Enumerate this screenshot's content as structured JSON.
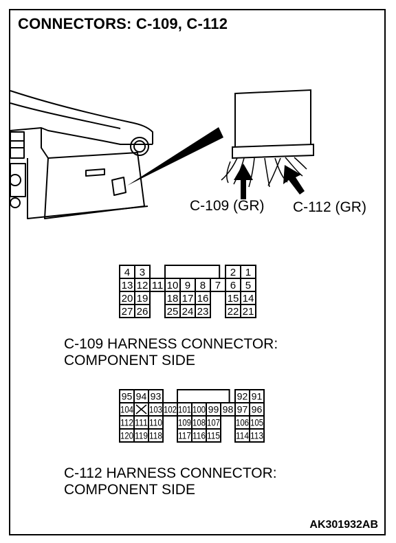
{
  "title": "CONNECTORS: C-109, C-112",
  "labels": {
    "c109_callout": "C-109 (GR)",
    "c112_callout": "C-112 (GR)"
  },
  "c109": {
    "caption_line1": "C-109 HARNESS CONNECTOR:",
    "caption_line2": "COMPONENT SIDE",
    "left_top": [
      "4",
      "3"
    ],
    "left_rows": [
      [
        "13",
        "12",
        "11"
      ],
      [
        "20",
        "19"
      ],
      [
        "27",
        "26"
      ]
    ],
    "mid_rows": [
      [
        "10",
        "9",
        "8",
        "7"
      ],
      [
        "18",
        "17",
        "16"
      ],
      [
        "25",
        "24",
        "23"
      ]
    ],
    "right_top": [
      "2",
      "1"
    ],
    "right_rows": [
      [
        "6",
        "5"
      ],
      [
        "15",
        "14"
      ],
      [
        "22",
        "21"
      ]
    ]
  },
  "c112": {
    "caption_line1": "C-112 HARNESS CONNECTOR:",
    "caption_line2": "COMPONENT SIDE",
    "left_top": [
      "95",
      "94",
      "93"
    ],
    "left_rows": [
      [
        "104",
        "",
        "103",
        "102"
      ],
      [
        "112",
        "111",
        "110"
      ],
      [
        "120",
        "119",
        "118"
      ]
    ],
    "mid_rows": [
      [
        "101",
        "100",
        "99",
        "98"
      ],
      [
        "109",
        "108",
        "107"
      ],
      [
        "117",
        "116",
        "115"
      ]
    ],
    "right_top": [
      "92",
      "91"
    ],
    "right_rows": [
      [
        "97",
        "96"
      ],
      [
        "106",
        "105"
      ],
      [
        "114",
        "113"
      ]
    ]
  },
  "reference": "AK301932AB"
}
